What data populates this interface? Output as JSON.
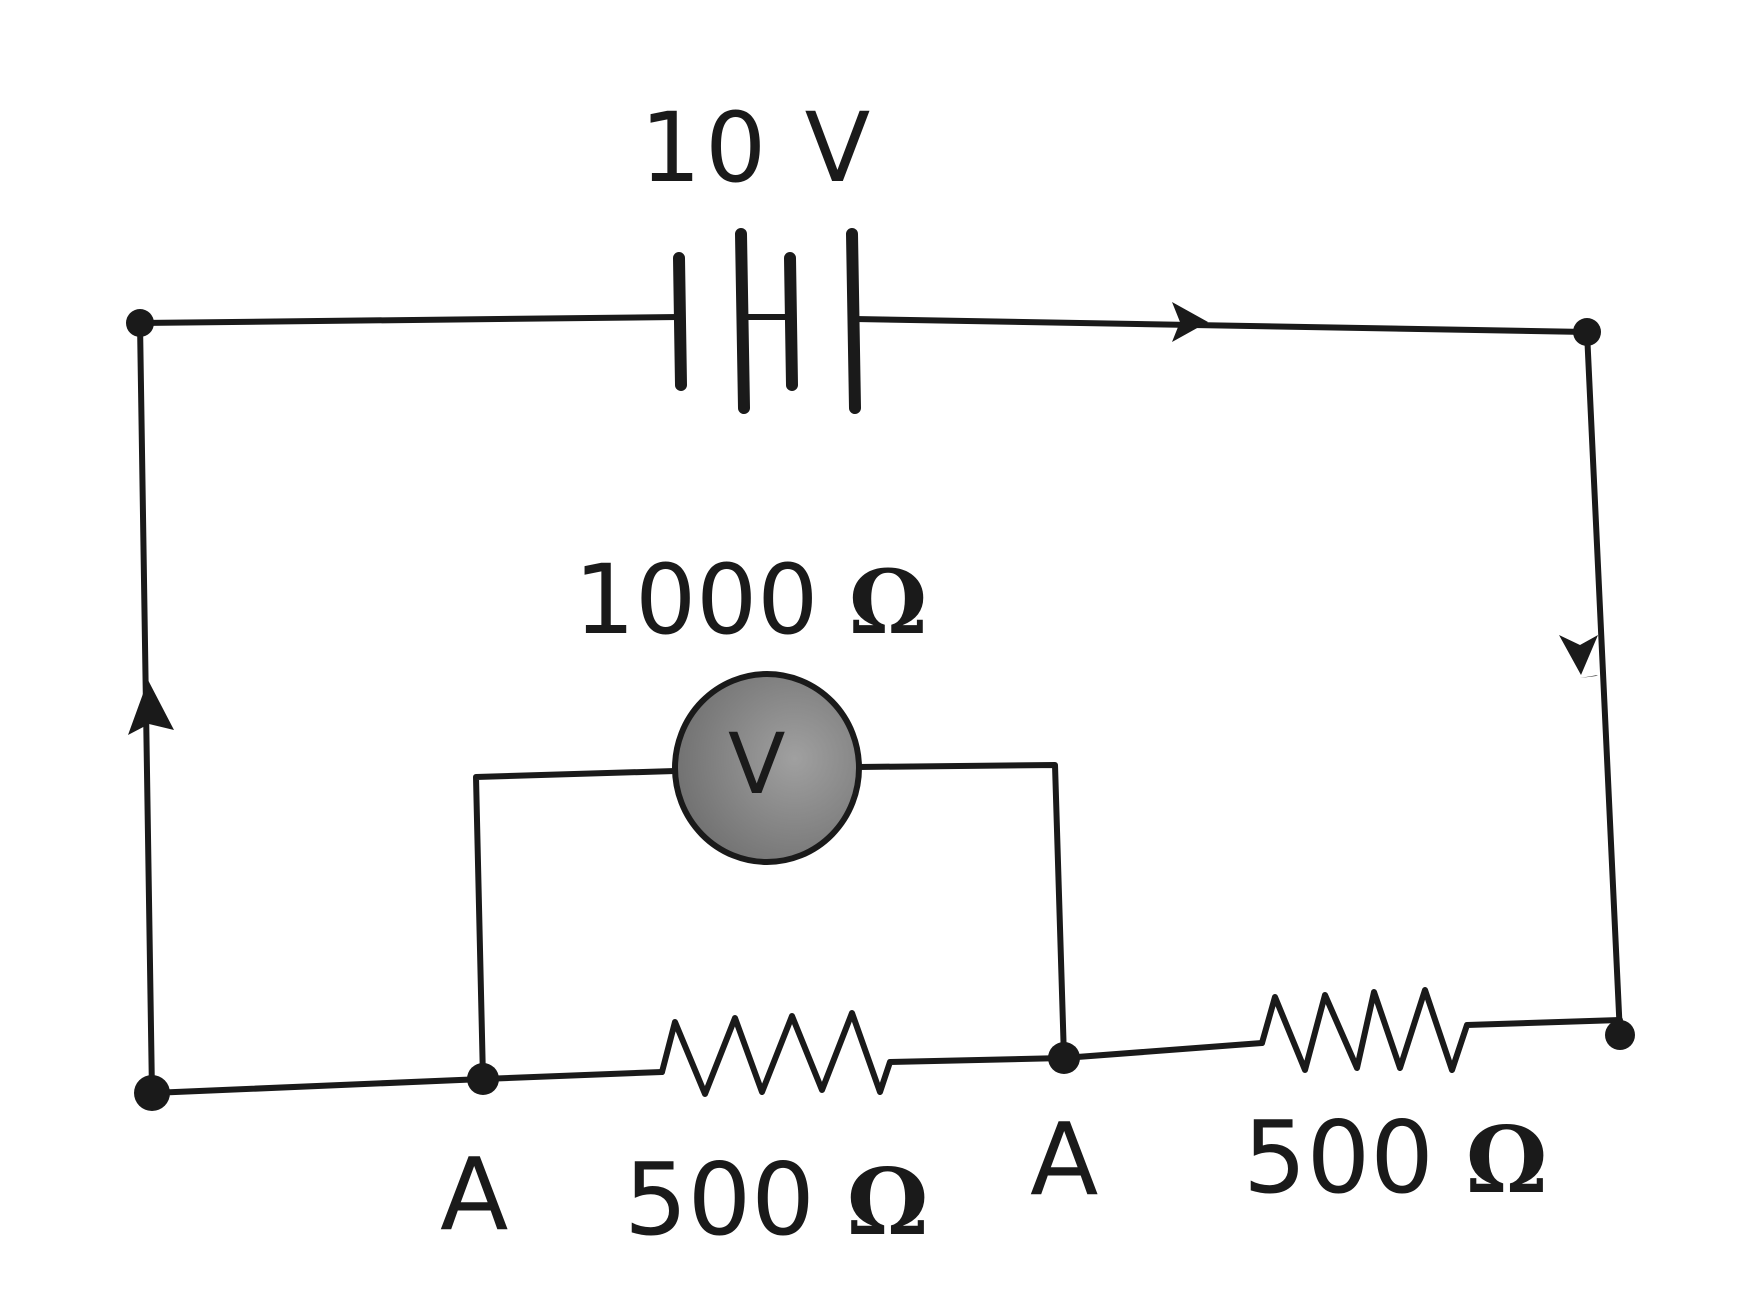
{
  "diagram": {
    "type": "circuit",
    "battery": {
      "label": "10 V"
    },
    "voltmeter": {
      "symbol": "V",
      "resistance_label": "1000",
      "unit": "Ω",
      "fill_color": "#8a8a8a"
    },
    "resistors": [
      {
        "id": "r1",
        "value": "500",
        "unit": "Ω"
      },
      {
        "id": "r2",
        "value": "500",
        "unit": "Ω"
      }
    ],
    "nodes": [
      {
        "id": "A1",
        "label": "A"
      },
      {
        "id": "A2",
        "label": "A"
      }
    ],
    "current_arrows": [
      "right",
      "down",
      "up"
    ],
    "colors": {
      "ink": "#1a1a1a",
      "background": "#ffffff"
    }
  }
}
